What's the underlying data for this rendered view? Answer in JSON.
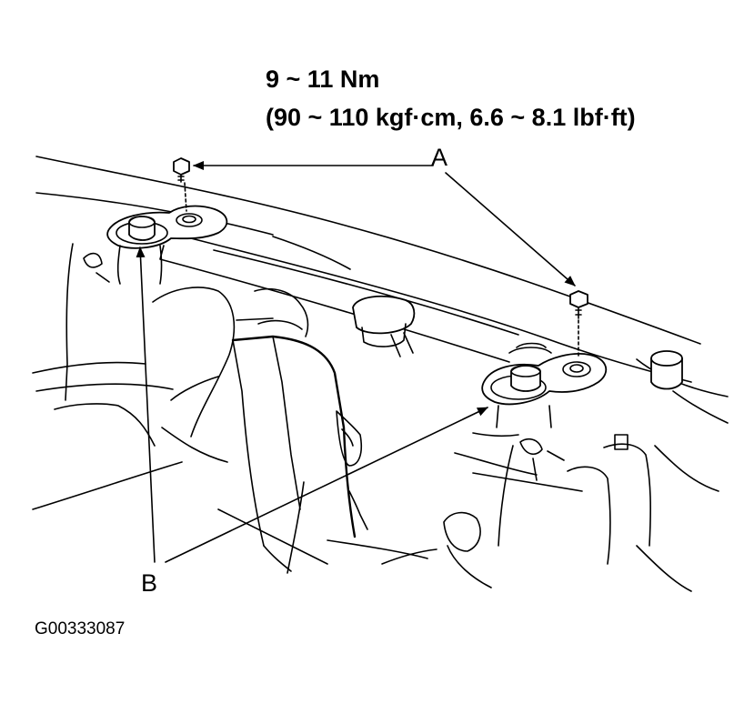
{
  "torque": {
    "line1": "9 ~ 11 Nm",
    "line2": "(90 ~ 110 kgf·cm, 6.6 ~ 8.1 lbf·ft)"
  },
  "callouts": {
    "a": "A",
    "b": "B"
  },
  "figure_id": "G00333087",
  "colors": {
    "ink": "#000000",
    "paper": "#ffffff"
  }
}
